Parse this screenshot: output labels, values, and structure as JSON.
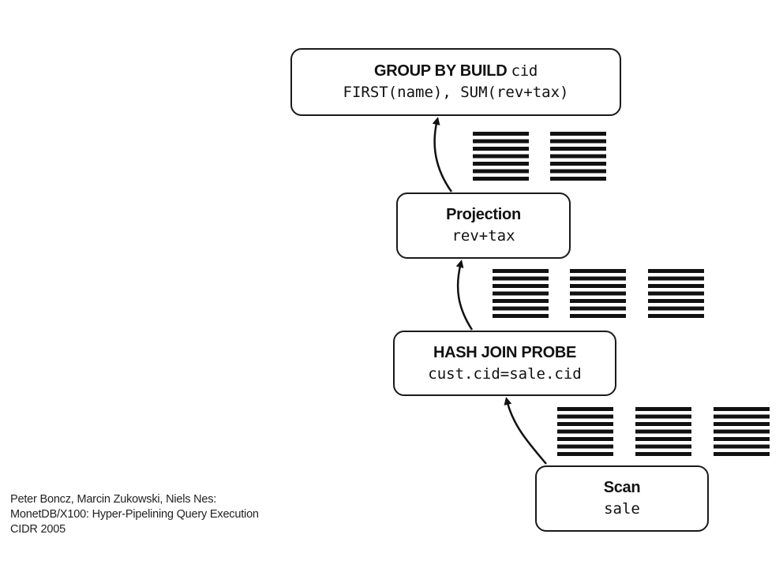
{
  "operators": {
    "group_by": {
      "title": "GROUP BY BUILD",
      "title_code": "cid",
      "expression": "FIRST(name), SUM(rev+tax)"
    },
    "projection": {
      "title": "Projection",
      "expression": "rev+tax"
    },
    "hash_join": {
      "title": "HASH JOIN PROBE",
      "expression": "cust.cid=sale.cid"
    },
    "scan": {
      "title": "Scan",
      "expression": "sale"
    }
  },
  "vector_batches": {
    "group_by_input": 2,
    "projection_input": 3,
    "hash_join_input": 3,
    "lines_per_batch": 7
  },
  "citation": {
    "line1": "Peter Boncz, Marcin Zukowski, Niels Nes:",
    "line2": "MonetDB/X100: Hyper-Pipelining Query Execution",
    "line3": "CIDR 2005"
  },
  "colors": {
    "ink": "#111111",
    "background": "#ffffff"
  }
}
